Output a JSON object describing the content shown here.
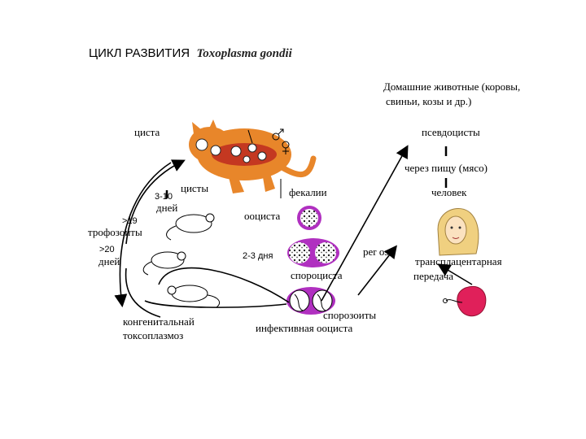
{
  "title": {
    "main": "ЦИКЛ РАЗВИТИЯ",
    "species": "Toxoplasma gondii"
  },
  "labels": {
    "domestic_animals_line1": "Домашние животные (коровы,",
    "domestic_animals_line2": "свиньи, козы и др.)",
    "cyst": "циста",
    "pseudocysts": "псевдоцисты",
    "via_food": "через пищу (мясо)",
    "human": "человек",
    "cysts": "цисты",
    "days_3_10": "3-10",
    "days_word_1": "дней",
    "feces": "фекалии",
    "oocyst": "ооциста",
    "gt19": ">19",
    "trophozoites": "трофозоиты",
    "gt20": ">20",
    "days_word_2": "дней",
    "days_2_3": "2-3 дня",
    "per_os": "per os",
    "sporocyst": "спороциста",
    "transplacental_line1": "трансплацентарная",
    "transplacental_line2": "передача",
    "sporozoites": "спорозоиты",
    "infective_oocyst": "инфективная ооциста",
    "congenital_line1": "конгенитальнай",
    "congenital_line2": "токсоплазмоз"
  },
  "colors": {
    "cat": "#e8862a",
    "cat_dark": "#a0521a",
    "oocyst_purple": "#b030c0",
    "fetus_red": "#e0205a",
    "human_hair": "#f0d080",
    "arrow": "#000000"
  },
  "icons": [
    "cat-icon",
    "male-symbol-icon",
    "female-symbol-icon",
    "mouse-icon",
    "human-face-icon",
    "fetus-icon"
  ]
}
